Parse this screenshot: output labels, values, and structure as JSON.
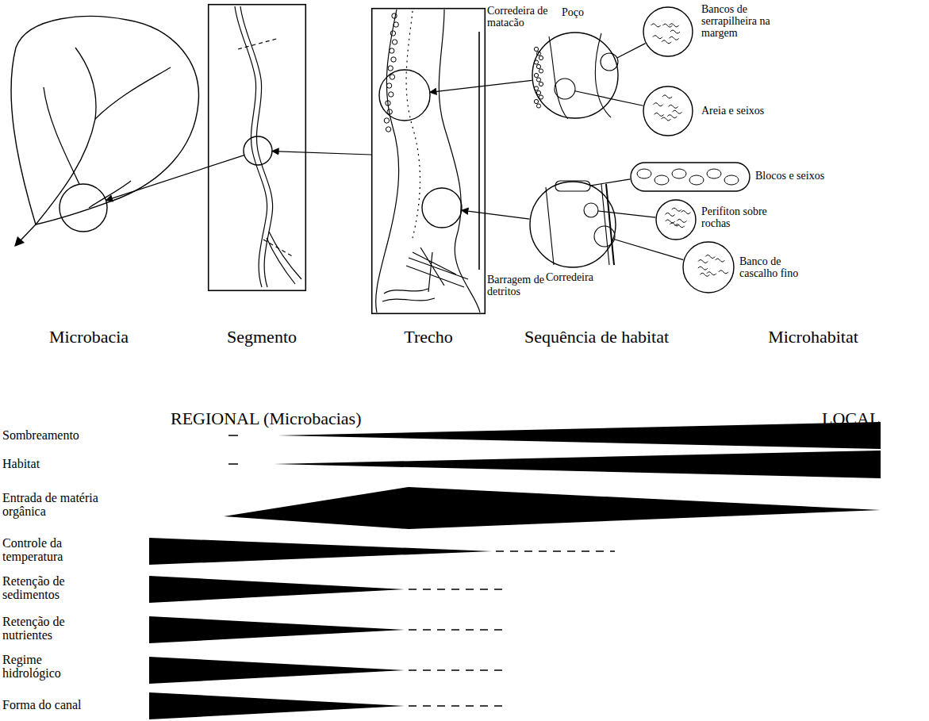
{
  "diagram": {
    "nodes": [
      {
        "text": [
          "Microbacia"
        ]
      },
      {
        "text": [
          "Segmento"
        ]
      },
      {
        "text": [
          "Trecho",
          "Corredeira de matacão",
          "Barragem de detritos"
        ]
      },
      {
        "text": [
          "Poço"
        ]
      },
      {
        "text": [
          "Corredeira"
        ]
      },
      {
        "text": [
          "Bancos de serrapilheira na margem"
        ]
      },
      {
        "text": [
          "Areia e seixos"
        ]
      },
      {
        "text": [
          "Blocos e seixos"
        ]
      },
      {
        "text": [
          "Perifiton sobre rochas"
        ]
      },
      {
        "text": [
          "Banco de cascalho fino"
        ]
      }
    ],
    "edges": [
      {
        "from": 1,
        "to": 0,
        "arrow": "to"
      },
      {
        "from": 2,
        "to": 1,
        "arrow": "to"
      },
      {
        "from": 3,
        "to": 2,
        "arrow": "to"
      },
      {
        "from": 4,
        "to": 2,
        "arrow": "to"
      },
      {
        "from": 3,
        "to": 5,
        "arrow": "none"
      },
      {
        "from": 3,
        "to": 6,
        "arrow": "none"
      },
      {
        "from": 4,
        "to": 7,
        "arrow": "none"
      },
      {
        "from": 4,
        "to": 8,
        "arrow": "none"
      },
      {
        "from": 4,
        "to": 9,
        "arrow": "none"
      }
    ],
    "labels": [
      "Sequência de habitat",
      "Microhabitat",
      "REGIONAL (Microbacias)",
      "LOCAL",
      "Sombreamento",
      "Habitat",
      "Entrada de matéria orgânica",
      "Controle da temperatura",
      "Retenção de sedimentos",
      "Retenção de nutrientes",
      "Regime hidrológico",
      "Forma do canal"
    ]
  }
}
